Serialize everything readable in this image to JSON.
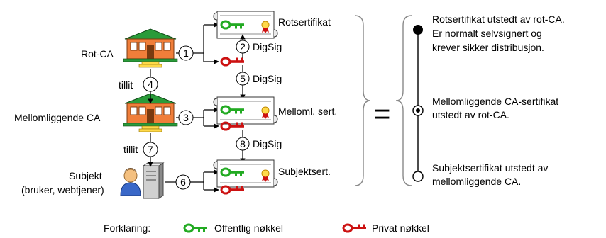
{
  "left": {
    "root_ca": "Rot-CA",
    "intermediate_ca": "Mellomliggende CA",
    "subject_line1": "Subjekt",
    "subject_line2": "(bruker, webtjener)",
    "trust_label": "tillit"
  },
  "certs": {
    "root": "Rotsertifikat",
    "intermediate": "Melloml. sert.",
    "subject": "Subjektsert."
  },
  "steps": {
    "n1": "1",
    "n2": "2",
    "n3": "3",
    "n4": "4",
    "n5": "5",
    "n6": "6",
    "n7": "7",
    "n8": "8",
    "digsig": "DigSig"
  },
  "equals": "=",
  "chain": {
    "root_line1": "Rotsertifikat utstedt av rot-CA.",
    "root_line2": "Er normalt selvsignert og",
    "root_line3": "krever sikker distribusjon.",
    "intermediate_line1": "Mellomliggende CA-sertifikat",
    "intermediate_line2": "utstedt av rot-CA.",
    "subject_line1": "Subjektsertifikat utstedt av",
    "subject_line2": "mellomliggende CA."
  },
  "legend": {
    "title": "Forklaring:",
    "public_key": "Offentlig nøkkel",
    "private_key": "Privat nøkkel"
  },
  "colors": {
    "public_key": "#22aa22",
    "private_key": "#cc1111",
    "building": "#f07e3a",
    "roof": "#2a9b3a"
  }
}
